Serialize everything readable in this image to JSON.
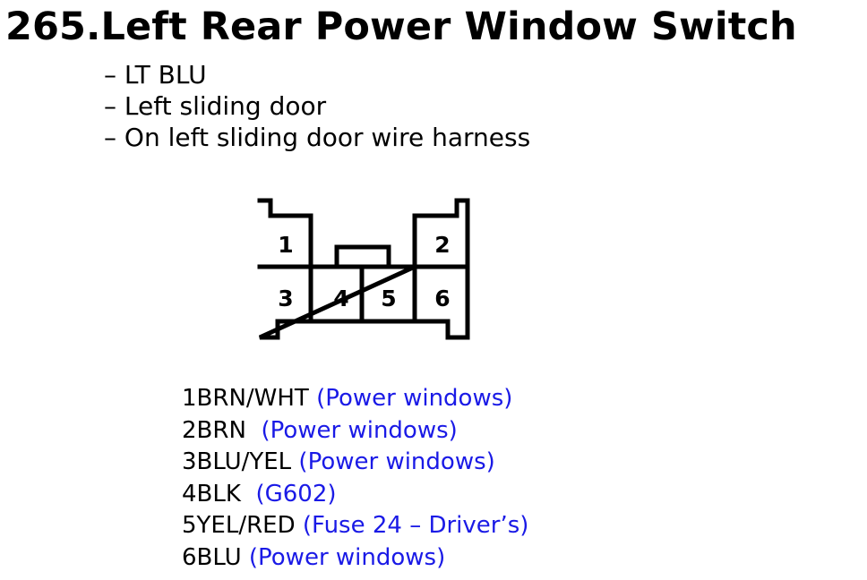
{
  "title": "265.Left Rear Power Window Switch",
  "info": [
    "– LT BLU",
    "– Left sliding door",
    "– On left sliding door wire harness"
  ],
  "connector": {
    "pins": [
      "1",
      "2",
      "3",
      "4",
      "5",
      "6"
    ]
  },
  "pinouts": [
    {
      "id": "1BRN/WHT",
      "desc": "(Power windows)"
    },
    {
      "id": "2BRN",
      "desc": "(Power windows)"
    },
    {
      "id": "3BLU/YEL",
      "desc": "(Power windows)"
    },
    {
      "id": "4BLK",
      "desc": "(G602)"
    },
    {
      "id": "5YEL/RED",
      "desc": "(Fuse 24 – Driver’s)"
    },
    {
      "id": "6BLU",
      "desc": "(Power windows)"
    }
  ],
  "colors": {
    "text": "#000000",
    "pin_desc": "#1a1ae6",
    "background": "#ffffff"
  }
}
